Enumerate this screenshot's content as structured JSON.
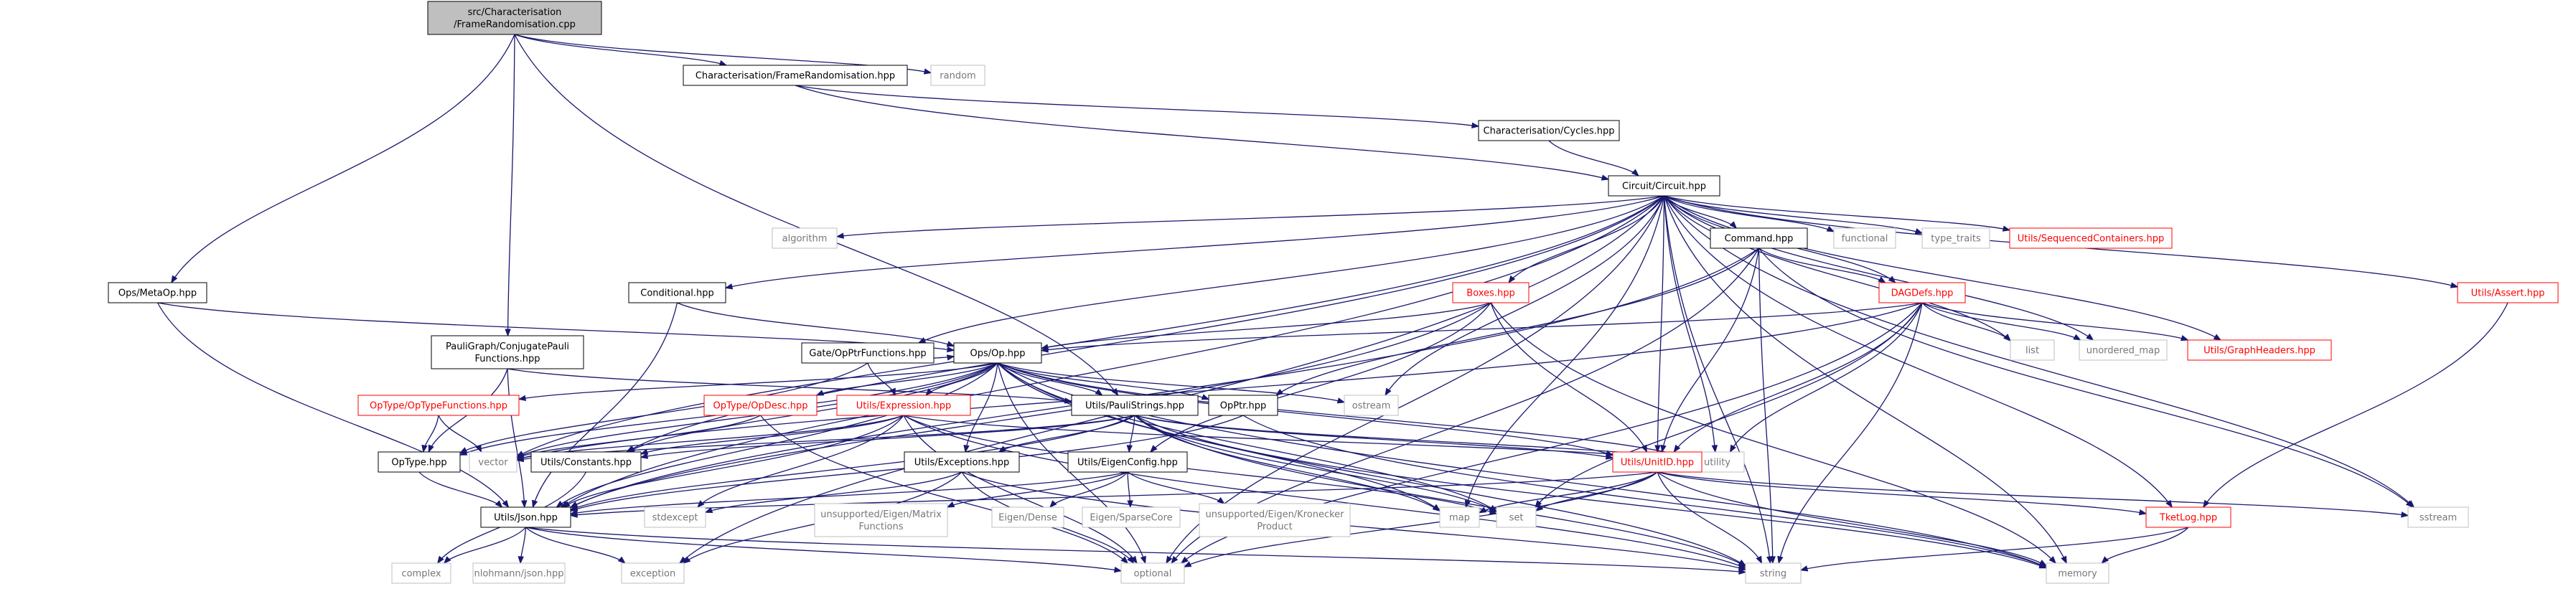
{
  "colors": {
    "edge": "#191970",
    "root_fill": "#bfbfbf",
    "border_normal": "#000000",
    "border_truncated": "#ff0000",
    "border_system": "#bfbfbf",
    "text_normal": "#000000",
    "text_truncated": "#ff0000",
    "text_system": "#777777"
  },
  "nodes": [
    {
      "id": "root",
      "lines": [
        "src/Characterisation",
        "/FrameRandomisation.cpp"
      ],
      "style": "root"
    },
    {
      "id": "framerand_hpp",
      "lines": [
        "Characterisation/FrameRandomisation.hpp"
      ],
      "style": "normal"
    },
    {
      "id": "random",
      "lines": [
        "random"
      ],
      "style": "system"
    },
    {
      "id": "cycles_hpp",
      "lines": [
        "Characterisation/Cycles.hpp"
      ],
      "style": "normal"
    },
    {
      "id": "circuit_hpp",
      "lines": [
        "Circuit/Circuit.hpp"
      ],
      "style": "normal"
    },
    {
      "id": "algorithm",
      "lines": [
        "algorithm"
      ],
      "style": "system"
    },
    {
      "id": "functional",
      "lines": [
        "functional"
      ],
      "style": "system"
    },
    {
      "id": "type_traits",
      "lines": [
        "type_traits"
      ],
      "style": "system"
    },
    {
      "id": "seqcont",
      "lines": [
        "Utils/SequencedContainers.hpp"
      ],
      "style": "truncated"
    },
    {
      "id": "metaop",
      "lines": [
        "Ops/MetaOp.hpp"
      ],
      "style": "normal"
    },
    {
      "id": "command_hpp",
      "lines": [
        "Command.hpp"
      ],
      "style": "normal"
    },
    {
      "id": "conditional_hpp",
      "lines": [
        "Conditional.hpp"
      ],
      "style": "normal"
    },
    {
      "id": "boxes_hpp",
      "lines": [
        "Boxes.hpp"
      ],
      "style": "truncated"
    },
    {
      "id": "dagdefs_hpp",
      "lines": [
        "DAGDefs.hpp"
      ],
      "style": "truncated"
    },
    {
      "id": "assert_hpp",
      "lines": [
        "Utils/Assert.hpp"
      ],
      "style": "truncated"
    },
    {
      "id": "pauligraph",
      "lines": [
        "PauliGraph/ConjugatePauli",
        "Functions.hpp"
      ],
      "style": "normal"
    },
    {
      "id": "opptrfuncs",
      "lines": [
        "Gate/OpPtrFunctions.hpp"
      ],
      "style": "normal"
    },
    {
      "id": "op_hpp",
      "lines": [
        "Ops/Op.hpp"
      ],
      "style": "normal"
    },
    {
      "id": "list",
      "lines": [
        "list"
      ],
      "style": "system"
    },
    {
      "id": "unordered_map",
      "lines": [
        "unordered_map"
      ],
      "style": "system"
    },
    {
      "id": "graphheaders",
      "lines": [
        "Utils/GraphHeaders.hpp"
      ],
      "style": "truncated"
    },
    {
      "id": "optypefuncs",
      "lines": [
        "OpType/OpTypeFunctions.hpp"
      ],
      "style": "truncated"
    },
    {
      "id": "opdesc",
      "lines": [
        "OpType/OpDesc.hpp"
      ],
      "style": "truncated"
    },
    {
      "id": "expression",
      "lines": [
        "Utils/Expression.hpp"
      ],
      "style": "truncated"
    },
    {
      "id": "paulistrings",
      "lines": [
        "Utils/PauliStrings.hpp"
      ],
      "style": "normal"
    },
    {
      "id": "opptr",
      "lines": [
        "OpPtr.hpp"
      ],
      "style": "normal"
    },
    {
      "id": "ostream",
      "lines": [
        "ostream"
      ],
      "style": "system"
    },
    {
      "id": "optype",
      "lines": [
        "OpType.hpp"
      ],
      "style": "normal"
    },
    {
      "id": "vector",
      "lines": [
        "vector"
      ],
      "style": "system"
    },
    {
      "id": "constants",
      "lines": [
        "Utils/Constants.hpp"
      ],
      "style": "normal"
    },
    {
      "id": "utility",
      "lines": [
        "utility"
      ],
      "style": "system"
    },
    {
      "id": "exceptions",
      "lines": [
        "Utils/Exceptions.hpp"
      ],
      "style": "normal"
    },
    {
      "id": "eigenconfig",
      "lines": [
        "Utils/EigenConfig.hpp"
      ],
      "style": "normal"
    },
    {
      "id": "unitid",
      "lines": [
        "Utils/UnitID.hpp"
      ],
      "style": "truncated"
    },
    {
      "id": "json",
      "lines": [
        "Utils/Json.hpp"
      ],
      "style": "normal"
    },
    {
      "id": "stdexcept",
      "lines": [
        "stdexcept"
      ],
      "style": "system"
    },
    {
      "id": "eigen_matfunc",
      "lines": [
        "unsupported/Eigen/Matrix",
        "Functions"
      ],
      "style": "system"
    },
    {
      "id": "eigen_dense",
      "lines": [
        "Eigen/Dense"
      ],
      "style": "system"
    },
    {
      "id": "eigen_sparse",
      "lines": [
        "Eigen/SparseCore"
      ],
      "style": "system"
    },
    {
      "id": "eigen_kron",
      "lines": [
        "unsupported/Eigen/Kronecker",
        "Product"
      ],
      "style": "system"
    },
    {
      "id": "map",
      "lines": [
        "map"
      ],
      "style": "system"
    },
    {
      "id": "set",
      "lines": [
        "set"
      ],
      "style": "system"
    },
    {
      "id": "tketlog",
      "lines": [
        "TketLog.hpp"
      ],
      "style": "truncated"
    },
    {
      "id": "sstream",
      "lines": [
        "sstream"
      ],
      "style": "system"
    },
    {
      "id": "complex",
      "lines": [
        "complex"
      ],
      "style": "system"
    },
    {
      "id": "nlohmann",
      "lines": [
        "nlohmann/json.hpp"
      ],
      "style": "system"
    },
    {
      "id": "exception",
      "lines": [
        "exception"
      ],
      "style": "system"
    },
    {
      "id": "optional",
      "lines": [
        "optional"
      ],
      "style": "system"
    },
    {
      "id": "string",
      "lines": [
        "string"
      ],
      "style": "system"
    },
    {
      "id": "memory",
      "lines": [
        "memory"
      ],
      "style": "system"
    }
  ],
  "edges": [
    [
      "root",
      "framerand_hpp"
    ],
    [
      "root",
      "random"
    ],
    [
      "root",
      "metaop"
    ],
    [
      "root",
      "pauligraph"
    ],
    [
      "root",
      "paulistrings"
    ],
    [
      "framerand_hpp",
      "cycles_hpp"
    ],
    [
      "framerand_hpp",
      "circuit_hpp"
    ],
    [
      "cycles_hpp",
      "circuit_hpp"
    ],
    [
      "circuit_hpp",
      "algorithm"
    ],
    [
      "circuit_hpp",
      "functional"
    ],
    [
      "circuit_hpp",
      "type_traits"
    ],
    [
      "circuit_hpp",
      "seqcont"
    ],
    [
      "circuit_hpp",
      "command_hpp"
    ],
    [
      "circuit_hpp",
      "conditional_hpp"
    ],
    [
      "circuit_hpp",
      "boxes_hpp"
    ],
    [
      "circuit_hpp",
      "dagdefs_hpp"
    ],
    [
      "circuit_hpp",
      "assert_hpp"
    ],
    [
      "circuit_hpp",
      "opptrfuncs"
    ],
    [
      "circuit_hpp",
      "list"
    ],
    [
      "circuit_hpp",
      "unordered_map"
    ],
    [
      "circuit_hpp",
      "graphheaders"
    ],
    [
      "circuit_hpp",
      "ostream"
    ],
    [
      "circuit_hpp",
      "constants"
    ],
    [
      "circuit_hpp",
      "utility"
    ],
    [
      "circuit_hpp",
      "unitid"
    ],
    [
      "circuit_hpp",
      "map"
    ],
    [
      "circuit_hpp",
      "tketlog"
    ],
    [
      "circuit_hpp",
      "sstream"
    ],
    [
      "circuit_hpp",
      "json"
    ],
    [
      "circuit_hpp",
      "string"
    ],
    [
      "circuit_hpp",
      "memory"
    ],
    [
      "circuit_hpp",
      "exception"
    ],
    [
      "circuit_hpp",
      "vector"
    ],
    [
      "circuit_hpp",
      "optional"
    ],
    [
      "metaop",
      "op_hpp"
    ],
    [
      "metaop",
      "json"
    ],
    [
      "command_hpp",
      "dagdefs_hpp"
    ],
    [
      "command_hpp",
      "opptr"
    ],
    [
      "command_hpp",
      "unitid"
    ],
    [
      "command_hpp",
      "optional"
    ],
    [
      "command_hpp",
      "string"
    ],
    [
      "command_hpp",
      "sstream"
    ],
    [
      "command_hpp",
      "json"
    ],
    [
      "conditional_hpp",
      "op_hpp"
    ],
    [
      "conditional_hpp",
      "json"
    ],
    [
      "boxes_hpp",
      "op_hpp"
    ],
    [
      "boxes_hpp",
      "unitid"
    ],
    [
      "boxes_hpp",
      "eigenconfig"
    ],
    [
      "boxes_hpp",
      "memory"
    ],
    [
      "boxes_hpp",
      "json"
    ],
    [
      "dagdefs_hpp",
      "list"
    ],
    [
      "dagdefs_hpp",
      "unordered_map"
    ],
    [
      "dagdefs_hpp",
      "graphheaders"
    ],
    [
      "dagdefs_hpp",
      "utility"
    ],
    [
      "dagdefs_hpp",
      "unitid"
    ],
    [
      "dagdefs_hpp",
      "set"
    ],
    [
      "dagdefs_hpp",
      "optional"
    ],
    [
      "dagdefs_hpp",
      "string"
    ],
    [
      "dagdefs_hpp",
      "op_hpp"
    ],
    [
      "dagdefs_hpp",
      "vector"
    ],
    [
      "assert_hpp",
      "tketlog"
    ],
    [
      "pauligraph",
      "paulistrings"
    ],
    [
      "pauligraph",
      "optype"
    ],
    [
      "pauligraph",
      "json"
    ],
    [
      "opptrfuncs",
      "expression"
    ],
    [
      "opptrfuncs",
      "optype"
    ],
    [
      "opptrfuncs",
      "op_hpp"
    ],
    [
      "op_hpp",
      "optypefuncs"
    ],
    [
      "op_hpp",
      "opdesc"
    ],
    [
      "op_hpp",
      "expression"
    ],
    [
      "op_hpp",
      "paulistrings"
    ],
    [
      "op_hpp",
      "opptr"
    ],
    [
      "op_hpp",
      "ostream"
    ],
    [
      "op_hpp",
      "optype"
    ],
    [
      "op_hpp",
      "vector"
    ],
    [
      "op_hpp",
      "constants"
    ],
    [
      "op_hpp",
      "utility"
    ],
    [
      "op_hpp",
      "exceptions"
    ],
    [
      "op_hpp",
      "unitid"
    ],
    [
      "op_hpp",
      "json"
    ],
    [
      "op_hpp",
      "optional"
    ],
    [
      "op_hpp",
      "string"
    ],
    [
      "op_hpp",
      "memory"
    ],
    [
      "op_hpp",
      "set"
    ],
    [
      "op_hpp",
      "map"
    ],
    [
      "optypefuncs",
      "optype"
    ],
    [
      "optypefuncs",
      "vector"
    ],
    [
      "opdesc",
      "vector"
    ],
    [
      "opdesc",
      "optional"
    ],
    [
      "expression",
      "vector"
    ],
    [
      "expression",
      "constants"
    ],
    [
      "expression",
      "json"
    ],
    [
      "expression",
      "set"
    ],
    [
      "expression",
      "string"
    ],
    [
      "expression",
      "utility"
    ],
    [
      "expression",
      "stdexcept"
    ],
    [
      "expression",
      "optional"
    ],
    [
      "paulistrings",
      "eigenconfig"
    ],
    [
      "paulistrings",
      "exceptions"
    ],
    [
      "paulistrings",
      "unitid"
    ],
    [
      "paulistrings",
      "constants"
    ],
    [
      "paulistrings",
      "json"
    ],
    [
      "paulistrings",
      "map"
    ],
    [
      "paulistrings",
      "set"
    ],
    [
      "paulistrings",
      "utility"
    ],
    [
      "paulistrings",
      "vector"
    ],
    [
      "paulistrings",
      "memory"
    ],
    [
      "paulistrings",
      "string"
    ],
    [
      "opptr",
      "memory"
    ],
    [
      "opptr",
      "json"
    ],
    [
      "optype",
      "json"
    ],
    [
      "constants",
      "complex"
    ],
    [
      "exceptions",
      "stdexcept"
    ],
    [
      "exceptions",
      "string"
    ],
    [
      "exceptions",
      "exception"
    ],
    [
      "exceptions",
      "optional"
    ],
    [
      "eigenconfig",
      "eigen_matfunc"
    ],
    [
      "eigenconfig",
      "eigen_dense"
    ],
    [
      "eigenconfig",
      "eigen_sparse"
    ],
    [
      "eigenconfig",
      "eigen_kron"
    ],
    [
      "eigenconfig",
      "json"
    ],
    [
      "unitid",
      "map"
    ],
    [
      "unitid",
      "set"
    ],
    [
      "unitid",
      "tketlog"
    ],
    [
      "unitid",
      "sstream"
    ],
    [
      "unitid",
      "json"
    ],
    [
      "unitid",
      "optional"
    ],
    [
      "unitid",
      "string"
    ],
    [
      "unitid",
      "memory"
    ],
    [
      "json",
      "complex"
    ],
    [
      "json",
      "nlohmann"
    ],
    [
      "json",
      "exception"
    ],
    [
      "json",
      "optional"
    ],
    [
      "json",
      "string"
    ],
    [
      "tketlog",
      "string"
    ],
    [
      "tketlog",
      "memory"
    ]
  ]
}
